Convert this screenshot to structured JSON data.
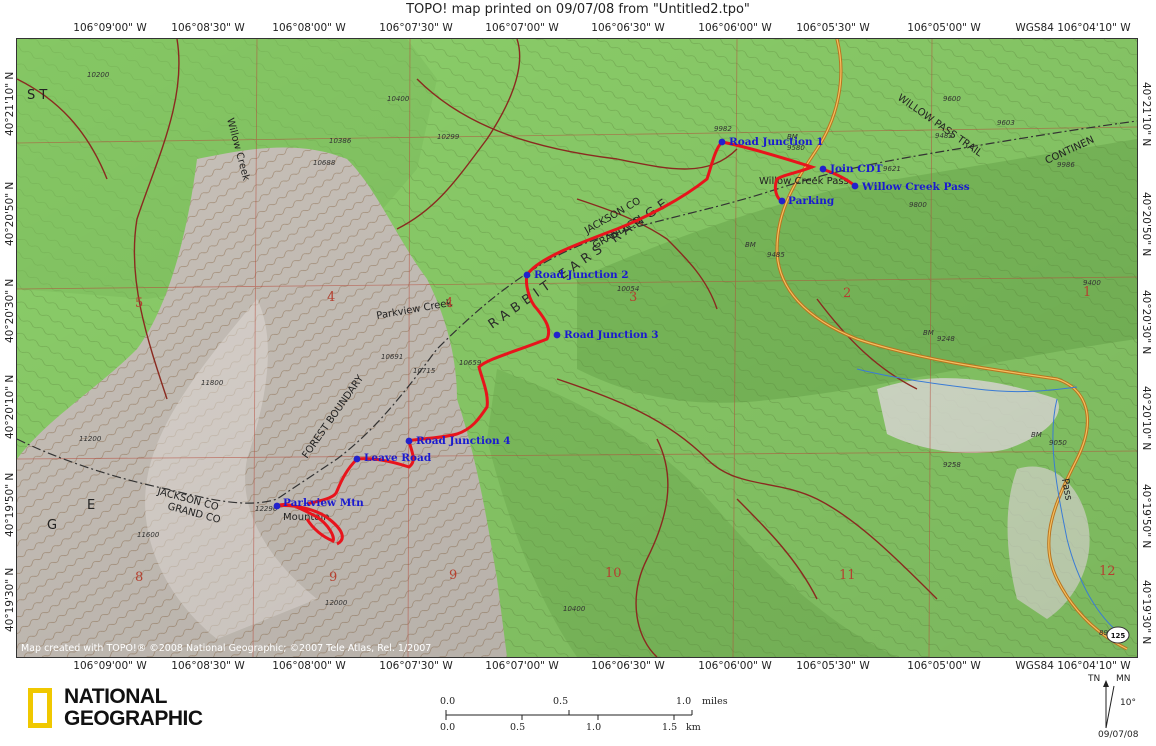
{
  "title": "TOPO! map printed on 09/07/08 from \"Untitled2.tpo\"",
  "coords": {
    "top": [
      "106°09'00\" W",
      "106°08'30\" W",
      "106°08'00\" W",
      "106°07'30\" W",
      "106°07'00\" W",
      "106°06'30\" W",
      "106°06'00\" W",
      "106°05'30\" W",
      "106°05'00\" W",
      "WGS84 106°04'10\" W"
    ],
    "bottom": [
      "106°09'00\" W",
      "106°08'30\" W",
      "106°08'00\" W",
      "106°07'30\" W",
      "106°07'00\" W",
      "106°06'30\" W",
      "106°06'00\" W",
      "106°05'30\" W",
      "106°05'00\" W",
      "WGS84 106°04'10\" W"
    ],
    "left": [
      "40°21'10\" N",
      "40°20'50\" N",
      "40°20'30\" N",
      "40°20'10\" N",
      "40°19'50\" N",
      "40°19'30\" N"
    ],
    "right": [
      "40°21'10\" N",
      "40°20'50\" N",
      "40°20'30\" N",
      "40°20'10\" N",
      "40°19'50\" N",
      "40°19'30\" N"
    ]
  },
  "waypoints": [
    "Road Junction 1",
    "Join CDT",
    "Willow Creek Pass",
    "Parking",
    "Road Junction 2",
    "Road Junction 3",
    "Road Junction 4",
    "Leave Road",
    "Parkview Mtn"
  ],
  "place_labels": {
    "willow_creek_pass": "Willow Creek Pass",
    "mountain": "Mountain",
    "jackson_co": "JACKSON CO",
    "grand_co": "GRAND CO",
    "range": "RABBIT EARS RANGE",
    "continental": "CONTINEN",
    "forest_boundary": "FOREST BOUNDARY",
    "parkview_creek": "Parkview Creek",
    "willow_creek": "Willow Creek",
    "willow_pass_trail": "WILLOW PASS TRAIL",
    "pass": "Pass",
    "road_125": "125",
    "bm": "BM",
    "letters_st": "S T",
    "letter_g": "G",
    "letter_e": "E"
  },
  "section_numbers": [
    "1",
    "2",
    "3",
    "4",
    "4",
    "5",
    "8",
    "9",
    "9",
    "10",
    "11",
    "12"
  ],
  "elevations": [
    "10200",
    "10400",
    "10386",
    "10299",
    "10688",
    "9982",
    "9580",
    "9621",
    "9482",
    "9603",
    "9600",
    "9986",
    "9800",
    "9485",
    "9400",
    "9248",
    "10054",
    "10691",
    "10659",
    "10715",
    "11200",
    "11800",
    "12296",
    "11600",
    "12000",
    "10400",
    "9258",
    "9050",
    "8966"
  ],
  "credit": "Map created with TOPO!® ©2008 National Geographic; ©2007 Tele Atlas, Rel. 1/2007",
  "logo": [
    "NATIONAL",
    "GEOGRAPHIC"
  ],
  "scale": {
    "miles_ticks": [
      "0.0",
      "0.5",
      "1.0"
    ],
    "miles_unit": "miles",
    "km_ticks": [
      "0.0",
      "0.5",
      "1.0",
      "1.5"
    ],
    "km_unit": "km"
  },
  "north_arrow": {
    "tn": "TN",
    "mn": "MN",
    "declination": "10°",
    "date": "09/07/08"
  },
  "colors": {
    "route": "#e8141c",
    "waypoint": "#2222cc",
    "waypoint_label": "#1a1ad0",
    "forest": "#8ccf6a",
    "bare_ground": "#c9c2ba",
    "contour": "#7a5a30",
    "road": "#b9741f",
    "trail": "#8a2a20",
    "boundary": "#333333"
  }
}
